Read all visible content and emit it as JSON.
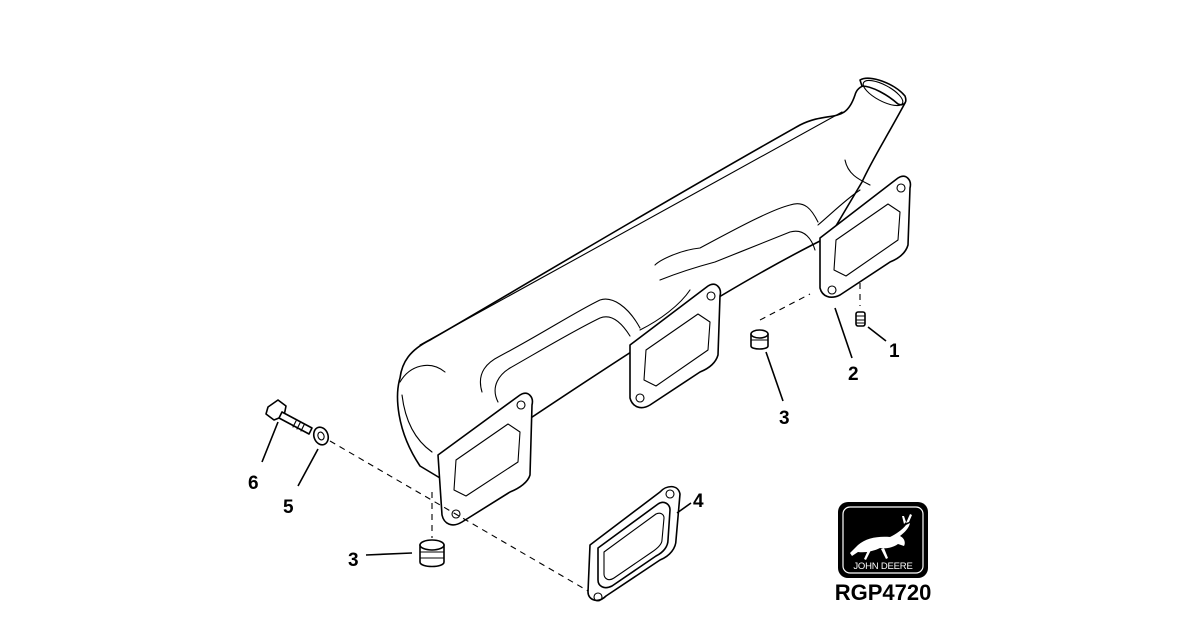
{
  "diagram": {
    "callouts": [
      {
        "id": "c1",
        "label": "1"
      },
      {
        "id": "c2",
        "label": "2"
      },
      {
        "id": "c3a",
        "label": "3"
      },
      {
        "id": "c3b",
        "label": "3"
      },
      {
        "id": "c4",
        "label": "4"
      },
      {
        "id": "c5",
        "label": "5"
      },
      {
        "id": "c6",
        "label": "6"
      }
    ],
    "logo": {
      "brand": "JOHN DEERE",
      "bg_color": "#000000",
      "fg_color": "#ffffff"
    },
    "figure_code": "RGP4720"
  }
}
